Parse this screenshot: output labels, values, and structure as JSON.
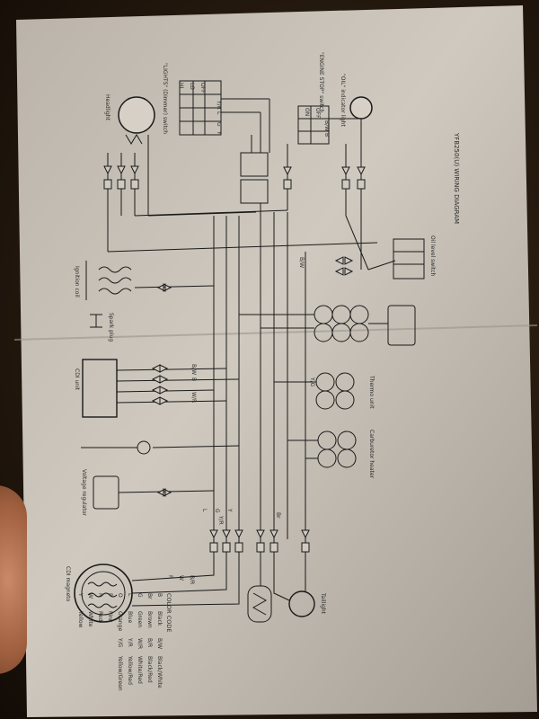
{
  "diagram": {
    "title": "YFB250(U) WIRING DIAGRAM",
    "components": {
      "headlight": "Headlight",
      "lights_switch": "\"LIGHTS\" (Dimmer) switch",
      "oil_indicator": "\"OIL\" indicator light",
      "engine_stop_switch": "\"ENGINE STOP\" switch",
      "ignition_coil": "Ignition coil",
      "spark_plug": "Spark plug",
      "cdi_unit": "CDI unit",
      "voltage_regulator": "Voltage regulator",
      "cdi_magneto": "CDI magneto",
      "oil_level_switch": "Oil level switch",
      "taillight": "Taillight",
      "thermo_unit": "Thermo unit",
      "carburetor_heater": "Carburetor heater"
    },
    "switch_table": {
      "lights_headers": [
        "Y/R",
        "L",
        "G",
        "Y"
      ],
      "lights_rows": [
        "OFF",
        "LO",
        "HI"
      ],
      "engine_headers": [
        "B/W",
        "B"
      ],
      "engine_rows": [
        "OFF",
        "ON"
      ]
    },
    "wire_codes": [
      "B/W",
      "B",
      "W/R",
      "B/W",
      "L",
      "G",
      "Y",
      "Y/R",
      "Br",
      "R",
      "W",
      "B/R",
      "Y/G"
    ],
    "color_code": {
      "title": "COLOR CODE",
      "entries": [
        {
          "code": "B",
          "name": "Black"
        },
        {
          "code": "Br",
          "name": "Brown"
        },
        {
          "code": "G",
          "name": "Green"
        },
        {
          "code": "L",
          "name": "Blue"
        },
        {
          "code": "O",
          "name": "Orange"
        },
        {
          "code": "P",
          "name": "Pink"
        },
        {
          "code": "R",
          "name": "Red"
        },
        {
          "code": "W",
          "name": "White"
        },
        {
          "code": "Y",
          "name": "Yellow"
        },
        {
          "code": "B/W",
          "name": "Black/White"
        },
        {
          "code": "B/R",
          "name": "Black/Red"
        },
        {
          "code": "W/R",
          "name": "White/Red"
        },
        {
          "code": "Y/R",
          "name": "Yellow/Red"
        },
        {
          "code": "Y/G",
          "name": "Yellow/Green"
        }
      ]
    }
  }
}
